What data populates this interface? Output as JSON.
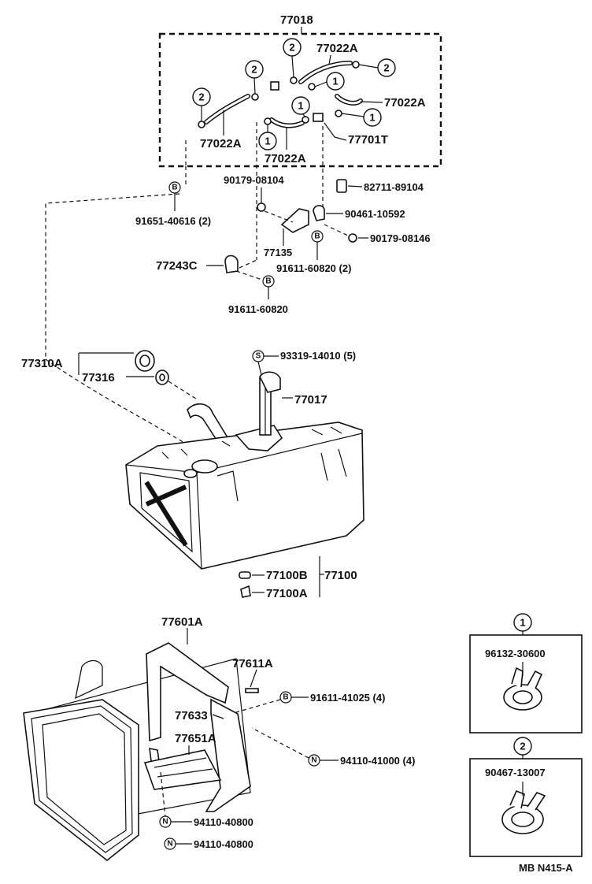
{
  "labels": {
    "assy_top": "77018",
    "hose_77022a_1": "77022A",
    "hose_77022a_2": "77022A",
    "hose_77022a_3": "77022A",
    "hose_77022a_4": "77022A",
    "valve_77701t": "77701T",
    "clip_90179_08104": "90179-08104",
    "clip_82711_89104": "82711-89104",
    "bolt_91651_40616": "91651-40616 (2)",
    "clamp_90461_10592": "90461-10592",
    "clip_90179_08146": "90179-08146",
    "bracket_77135": "77135",
    "bolt_91611_60820_2": "91611-60820 (2)",
    "protector_77243c": "77243C",
    "bolt_91611_60820": "91611-60820",
    "cap_77310a": "77310A",
    "gasket_77316": "77316",
    "screw_93319_14010": "93319-14010 (5)",
    "gauge_77017": "77017",
    "drain_77100b": "77100B",
    "tank_77100": "77100",
    "plug_77100a": "77100A",
    "band_77601a": "77601A",
    "bolt_77611a": "77611A",
    "bolt_91611_41025": "91611-41025 (4)",
    "cushion_77633": "77633",
    "cushion_77651a": "77651A",
    "nut_94110_41000": "94110-41000 (4)",
    "nut_94110_40800_a": "94110-40800",
    "nut_94110_40800_b": "94110-40800",
    "clip1_partno": "96132-30600",
    "clip2_partno": "90467-13007",
    "diagram_code": "MB N415-A"
  },
  "callouts": {
    "one": "1",
    "two": "2"
  },
  "symbols": {
    "bolt": "B",
    "screw": "S",
    "nut": "N"
  }
}
